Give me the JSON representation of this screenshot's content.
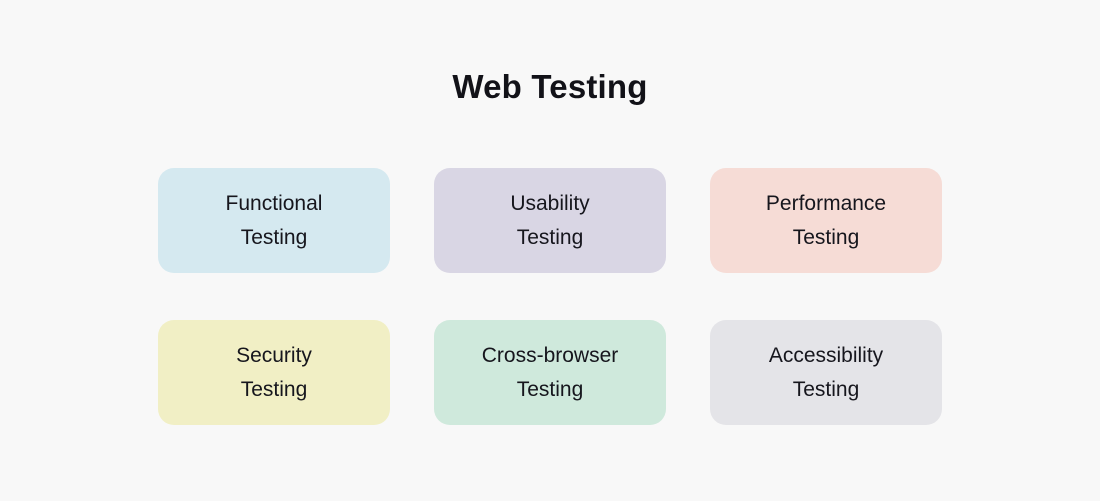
{
  "page": {
    "title": "Web Testing",
    "background_color": "#f8f8f8",
    "text_color": "#16161d"
  },
  "cards": [
    {
      "id": "functional-testing",
      "line1": "Functional",
      "line2": "Testing",
      "color": "#d5e9f0"
    },
    {
      "id": "usability-testing",
      "line1": "Usability",
      "line2": "Testing",
      "color": "#d9d6e4"
    },
    {
      "id": "performance-testing",
      "line1": "Performance",
      "line2": "Testing",
      "color": "#f6dcd6"
    },
    {
      "id": "security-testing",
      "line1": "Security",
      "line2": "Testing",
      "color": "#f1efc5"
    },
    {
      "id": "cross-browser-testing",
      "line1": "Cross-browser",
      "line2": "Testing",
      "color": "#cfe9dc"
    },
    {
      "id": "accessibility-testing",
      "line1": "Accessibility",
      "line2": "Testing",
      "color": "#e4e4e8"
    }
  ]
}
